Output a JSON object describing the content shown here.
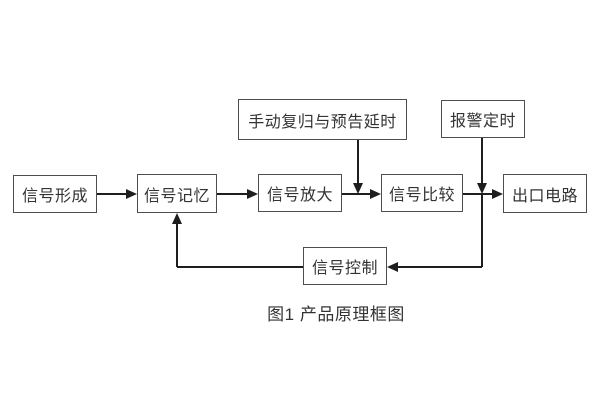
{
  "figure": {
    "caption": "图1 产品原理框图"
  },
  "nodes": {
    "signal_forming": {
      "label": "信号形成"
    },
    "signal_memory": {
      "label": "信号记忆"
    },
    "signal_amplify": {
      "label": "信号放大"
    },
    "signal_compare": {
      "label": "信号比较"
    },
    "output_circuit": {
      "label": "出口电路"
    },
    "manual_reset_delay": {
      "label": "手动复归与预告延时"
    },
    "alarm_timing": {
      "label": "报警定时"
    },
    "signal_control": {
      "label": "信号控制"
    }
  },
  "edges": [
    {
      "from": "信号形成",
      "to": "信号记忆",
      "style": "arrow-right"
    },
    {
      "from": "信号记忆",
      "to": "信号放大",
      "style": "arrow-right"
    },
    {
      "from": "信号放大",
      "to": "信号比较",
      "style": "arrow-right"
    },
    {
      "from": "信号比较",
      "to": "出口电路",
      "style": "arrow-right"
    },
    {
      "from": "手动复归与预告延时",
      "to": "信号放大→信号比较 连线",
      "style": "arrow-down"
    },
    {
      "from": "报警定时",
      "to": "信号比较→出口电路 连线",
      "style": "arrow-down"
    },
    {
      "from": "信号比较→出口电路 连线",
      "to": "信号控制",
      "style": "arrow-left"
    },
    {
      "from": "信号控制",
      "to": "信号记忆",
      "style": "arrow-up"
    }
  ],
  "colors": {
    "background": "#ffffff",
    "box_border": "#4e4e4e",
    "line": "#1e1e1e",
    "text": "#333333"
  }
}
